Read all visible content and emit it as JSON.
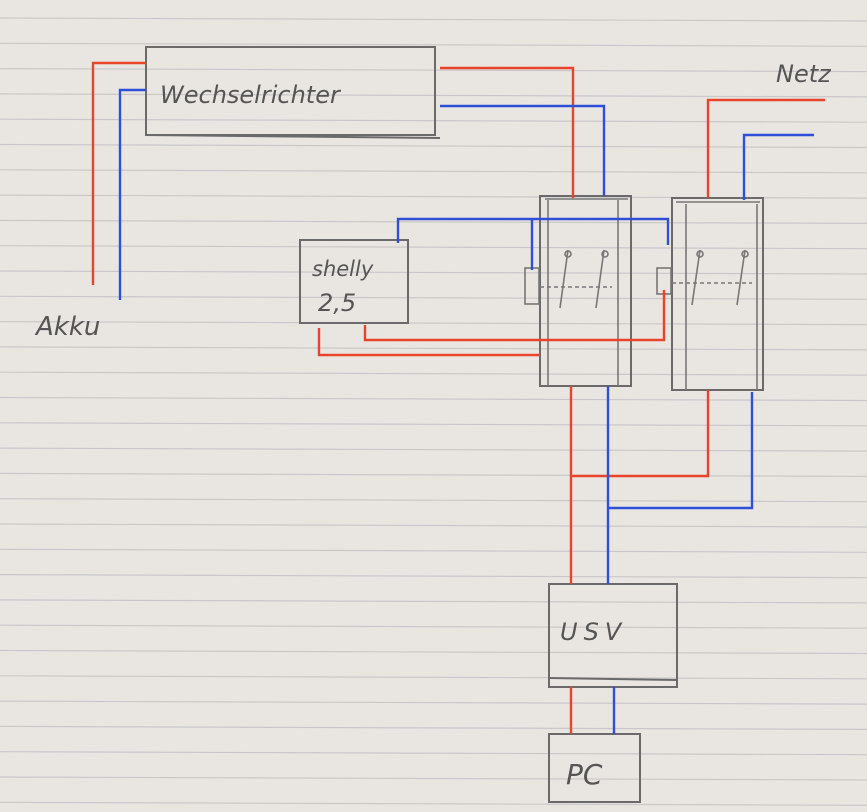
{
  "labels": {
    "inverter": "Wechselrichter",
    "grid": "Netz",
    "battery": "Akku",
    "shelly_line1": "shelly",
    "shelly_line2": "2,5",
    "ups": "USV",
    "pc": "PC"
  },
  "colors": {
    "paper": "#e9e6e2",
    "ruled_line": "#c9c7c9",
    "phase_wire": "#e8442c",
    "neutral_wire": "#2f4fd6",
    "pencil": "#6a6a6a"
  }
}
